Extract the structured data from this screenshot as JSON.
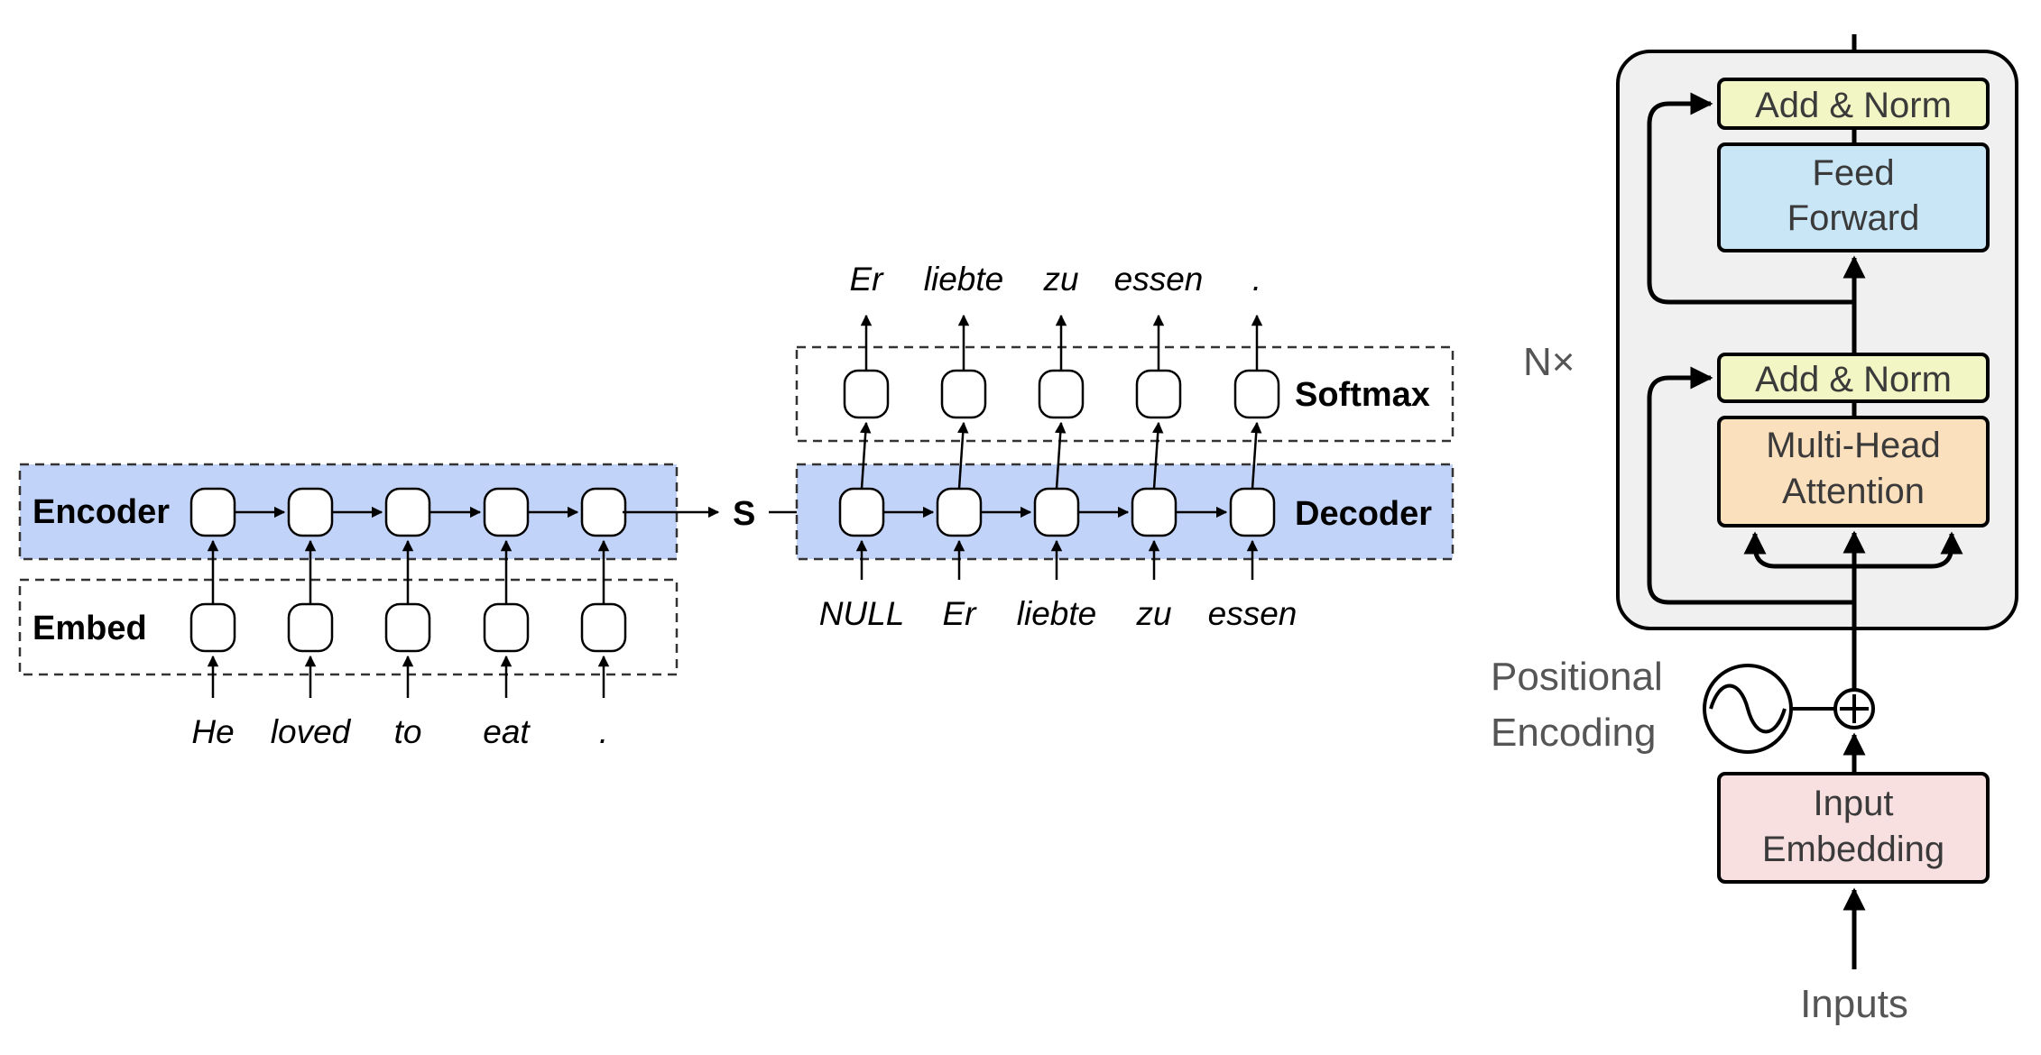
{
  "seq2seq": {
    "encoder": {
      "label": "Encoder",
      "embed_label": "Embed",
      "inputs": [
        "He",
        "loved",
        "to",
        "eat",
        "."
      ],
      "fill": "#c2d3fa"
    },
    "state_label": "S",
    "decoder": {
      "label": "Decoder",
      "softmax_label": "Softmax",
      "inputs": [
        "NULL",
        "Er",
        "liebte",
        "zu",
        "essen"
      ],
      "outputs": [
        "Er",
        "liebte",
        "zu",
        "essen",
        "."
      ],
      "fill": "#c2d3fa"
    }
  },
  "transformer": {
    "repeat_label": "N×",
    "add_norm_top": "Add & Norm",
    "feed_forward": [
      "Feed",
      "Forward"
    ],
    "add_norm_bottom": "Add & Norm",
    "attention": [
      "Multi-Head",
      "Attention"
    ],
    "positional_encoding": [
      "Positional",
      "Encoding"
    ],
    "input_embedding": [
      "Input",
      "Embedding"
    ],
    "inputs_label": "Inputs",
    "colors": {
      "add_norm": "#f2f5c4",
      "feed_forward": "#c8e6f5",
      "attention": "#fbe0be",
      "embedding": "#f8dfe0",
      "block_bg": "#f0f0f0"
    }
  }
}
